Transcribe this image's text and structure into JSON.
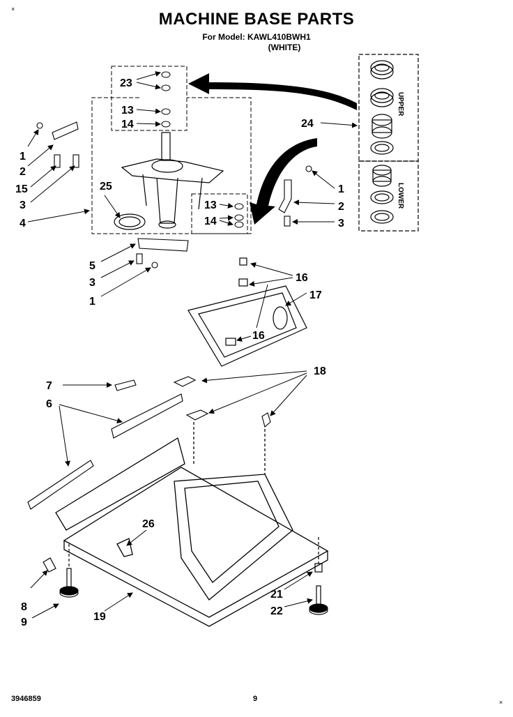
{
  "header": {
    "title": "MACHINE BASE PARTS",
    "model_line": "For Model: KAWL410BWH1",
    "color_line": "(WHITE)"
  },
  "footer": {
    "document_number": "3946859",
    "page_number": "9"
  },
  "corner_marks": [
    "×",
    "×"
  ],
  "kit_panel": {
    "upper_label": "UPPER",
    "lower_label": "LOWER"
  },
  "callouts": {
    "c23": "23",
    "c13a": "13",
    "c14a": "14",
    "c1a": "1",
    "c2a": "2",
    "c15": "15",
    "c3a": "3",
    "c25": "25",
    "c4": "4",
    "c24": "24",
    "c1b": "1",
    "c2b": "2",
    "c3b": "3",
    "c13b": "13",
    "c14b": "14",
    "c5": "5",
    "c3c": "3",
    "c1c": "1",
    "c16a": "16",
    "c17": "17",
    "c16b": "16",
    "c7": "7",
    "c6": "6",
    "c18": "18",
    "c26": "26",
    "c8": "8",
    "c9": "9",
    "c19": "19",
    "c21": "21",
    "c22": "22"
  }
}
